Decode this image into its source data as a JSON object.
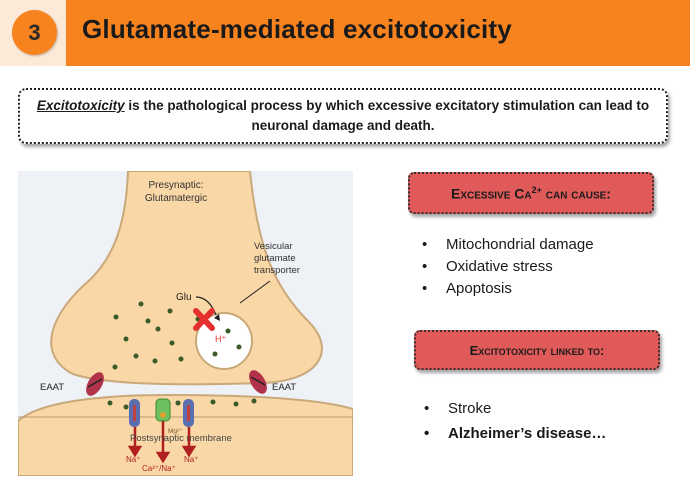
{
  "slide": {
    "number": "3",
    "title": "Glutamate-mediated excitotoxicity"
  },
  "definition": {
    "term": "Excitotoxicity",
    "text": " is the pathological process by which excessive excitatory stimulation can lead to neuronal damage and death."
  },
  "figure": {
    "presynaptic_label_1": "Presynaptic:",
    "presynaptic_label_2": "Glutamatergic",
    "vesicular_1": "Vesicular",
    "vesicular_2": "glutamate",
    "vesicular_3": "transporter",
    "glu": "Glu",
    "hplus": "H⁺",
    "eaat_left": "EAAT",
    "eaat_right": "EAAT",
    "mg": "Mg²⁺",
    "postsynaptic": "Postsynaptic membrane",
    "na_left": "Na⁺",
    "na_right": "Na⁺",
    "ca_na": "Ca²⁺/Na⁺"
  },
  "box1": {
    "label_pre": "Excessive Ca",
    "label_sup": "2+",
    "label_post": " can cause:"
  },
  "causes": [
    "Mitochondrial damage",
    "Oxidative stress",
    "Apoptosis"
  ],
  "box2": {
    "label": "Excitotoxicity linked to:"
  },
  "linked": [
    "Stroke",
    "Alzheimer’s disease…"
  ],
  "bullet_char": "•",
  "colors": {
    "header": "#f7831f",
    "number_bg": "#fde9d7",
    "red_box": "#e05a5a",
    "figure_bg": "#eef1f5",
    "neuron_fill": "#f9d7a6",
    "cleft_dots": "#3a5a2a",
    "block_x": "#e53030"
  }
}
